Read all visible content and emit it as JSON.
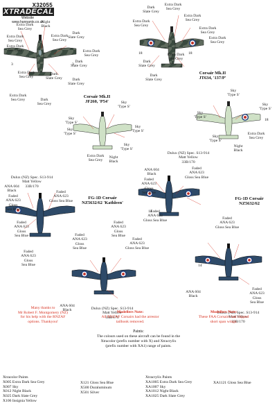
{
  "header": {
    "code": "X32055",
    "brand": "XTRADECAL",
    "website_label": "Website",
    "url": "www.hannants.co.uk"
  },
  "aircraft": [
    {
      "title": "Corsair Mk.II\nJF260, 'P54'"
    },
    {
      "title": "Corsair Mk.II\nJT634, '137/P'"
    },
    {
      "title": "FG-1D Corsair\nNZ5632/62 'Kathleen'"
    },
    {
      "title": "FG-1D Corsair\nNZ5632/62"
    }
  ],
  "labels": {
    "l1": "Extra Dark\nSea Grey",
    "l2": "Night\nBlack",
    "l3": "Extra Dark\nSea Grey",
    "l4": "Extra Dark\nSea Grey",
    "l5": "Dark\nSlate Grey",
    "l6": "Extra Dark\nSea Grey",
    "l7": "Extra Dark\nSea Grey",
    "l8": "Dark\nSlate Grey",
    "l9": "Dark\nSlate Grey",
    "l10": "Extra Dark\nSea Grey",
    "l11": "Dark\nSlate Grey",
    "l12": "Extra Dark\nSea Grey",
    "l13": "Dark\nSea Grey",
    "l14": "Dark\nSlate Grey",
    "l15": "Extra Dark\nSea Grey",
    "l16": "Extra Dark\nSea Grey",
    "l17": "Extra Dark\nSea Grey",
    "l18": "Extra Dark\nSea Grey",
    "l19": "Extra Dark\nSea Grey",
    "l20": "Dark\nSlate Grey",
    "l21": "Extra Dark\nSea Grey",
    "l22": "Dark\nSlate Grey",
    "l23": "Sky\n'Type S'",
    "l24": "Sky\n'Type S'",
    "l25": "Sky\n'Type S'",
    "l26": "Sky\n'Type S'",
    "l27": "Sky\n'Type S'",
    "l28": "Sky\n'Type S'",
    "l29": "Sky\n'Type S'",
    "l30": "Sky\n'Type S'",
    "l31": "Sky\n'Type S'",
    "l32": "Extra Dark\nSea Grey",
    "l33": "Night\nBlack",
    "l34": "Night\nBlack",
    "l35": "Extra Dark\nSea Grey",
    "l36": "Dulux (NZ) Spec. S13-914\nMatt Yellow\n33B/170",
    "l37": "ANA 604\nBlack",
    "l38": "Faded\nANA 623\nGloss\nSea Blue",
    "l39": "Faded\nANA 623\nGloss Sea Blue",
    "l40": "Faded\nANA 623\nGloss\nSea Blue",
    "l41": "Faded\nANA 623\nGloss\nSea Blue",
    "l42": "Faded\nANA 623\nGloss\nSea Blue",
    "l43": "Dulux (NZ) Spec. S13-914\nMatt Yellow\n33B/170",
    "l44": "ANA 604\nBlack",
    "l45": "Faded\nANA 623\nGloss\nSea Blue",
    "l46": "Faded\nANA 623\nGloss Sea Blue",
    "l47": "Faded\nANA 623\nGloss Sea Blue",
    "l48": "Faded\nANA 623\nGloss\nSea Blue",
    "l49": "Faded\nANA 623\nGloss Sea Blue",
    "l50": "Faded\nANA 623\nGloss Sea Blue",
    "l51": "Faded\nANA 623\nGloss\nSea Blue",
    "l52": "ANA 604\nBlack",
    "l53": "Dulux (NZ) Spec. S13-914\nMatt Yellow\n33B/170",
    "l54": "ANA 604\nBlack",
    "l55": "Dulux (NZ) Spec. S13-914\nMatt Yellow\n33B/170"
  },
  "numbers": {
    "n18a": "18",
    "n18b": "18",
    "n18c": "18",
    "n14a": "14",
    "n14b": "14",
    "n3a": "3",
    "n3b": "3"
  },
  "notes": {
    "left": "Many thanks to\nMr Robert F. Montgomery (NZ)\nfor his help with the RNZAF\noptions. Thankyou!",
    "mid_title": "Modellers Note:",
    "mid": "All RNZAF Corsairs had the arrestor\ntailhook removed.",
    "right_title": "Modellers Note:",
    "right": "These FAA Corsairs had clipped\nshort span wings."
  },
  "paints": {
    "title": "Paints:",
    "text": "The colours used on these aircraft can be found in the\nXtracolor (prefix number with X) and Xtracrylix\n(prefix number with XA1) range of paints.",
    "col1": "Xtracolor Paints\nX005 Extra Dark Sea Grey\nX007 Sky\nX012 Night Black\nX025 Dark Slate Grey\nX106 Insignia Yellow",
    "col2": "X121 Gloss Sea Blue\nX500 Duraluminum\nX501 Silver",
    "col3": "Xtracrylix Paints\nXA1005 Extra Dark Sea Grey\nXA1007 Sky\nXA1012 Night Black\nXA1025 Dark Slate Grey",
    "col4": "XA1121 Gloss Sea Blue"
  },
  "colors": {
    "camo_dark": "#3a4a3f",
    "camo_mid": "#5f6b5e",
    "sky": "#cfe1c6",
    "sea_blue": "#2e4a68",
    "roundel_red": "#c0322a",
    "roundel_blue": "#213d78",
    "note_red": "#d62d1c"
  }
}
